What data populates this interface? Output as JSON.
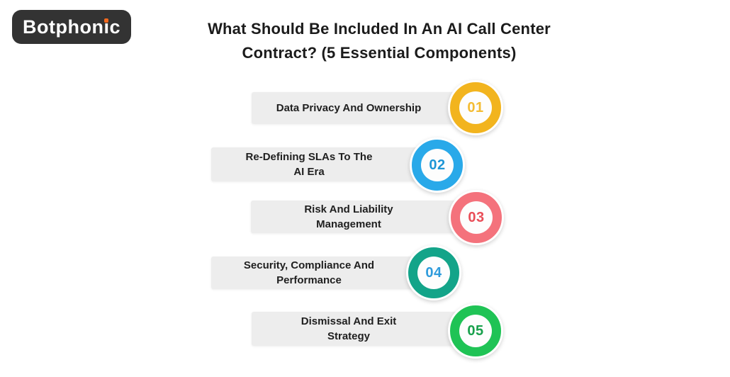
{
  "logo": {
    "pre": "Botphon",
    "i_dotless": "ı",
    "post": "c",
    "bg_color": "#333333",
    "dot_color": "#F2691E"
  },
  "title": {
    "line1": "What Should Be Included In An AI Call Center",
    "line2": "Contract? (5 Essential Components)"
  },
  "items": [
    {
      "number": "01",
      "label_lines": [
        "Data Privacy And Ownership"
      ],
      "ring_color": "#F2B41E",
      "number_color": "#F4BC33"
    },
    {
      "number": "02",
      "label_lines": [
        "Re-Defining SLAs To The",
        "AI Era"
      ],
      "ring_color": "#29A9E9",
      "number_color": "#1D96D6"
    },
    {
      "number": "03",
      "label_lines": [
        "Risk And Liability",
        "Management"
      ],
      "ring_color": "#F4727C",
      "number_color": "#E94D57"
    },
    {
      "number": "04",
      "label_lines": [
        "Security, Compliance And",
        "Performance"
      ],
      "ring_color": "#13A489",
      "number_color": "#2E9BDC"
    },
    {
      "number": "05",
      "label_lines": [
        "Dismissal And Exit",
        "Strategy"
      ],
      "ring_color": "#1FC355",
      "number_color": "#17A04B"
    }
  ],
  "colors": {
    "page_bg": "#FFFFFF",
    "bar_bg": "#EDEDED",
    "title_text": "#1B1B1B",
    "bar_text": "#1F1F1F"
  }
}
